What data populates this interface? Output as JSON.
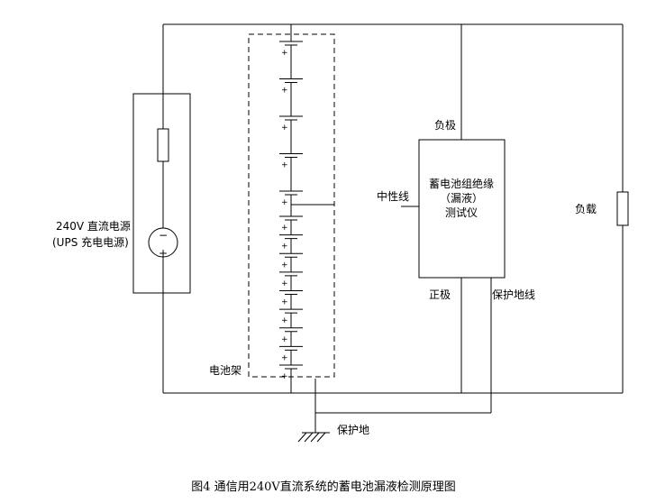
{
  "power_source": {
    "label_line1": "240V 直流电源",
    "label_line2": "(UPS 充电电源)",
    "minus_sign": "−",
    "plus_sign": "+"
  },
  "battery_rack": {
    "label": "电池架",
    "cell_plus": "+",
    "cell_count": 14
  },
  "tester": {
    "title_line1": "蓄电池组绝缘",
    "title_line2": "（漏液）",
    "title_line3": "测试仪",
    "negative_label": "负极",
    "positive_label": "正极",
    "neutral_label": "中性线",
    "pe_label": "保护地线"
  },
  "load": {
    "label": "负载"
  },
  "ground": {
    "label": "保护地"
  },
  "caption": "图4  通信用240V直流系统的蓄电池漏液检测原理图"
}
